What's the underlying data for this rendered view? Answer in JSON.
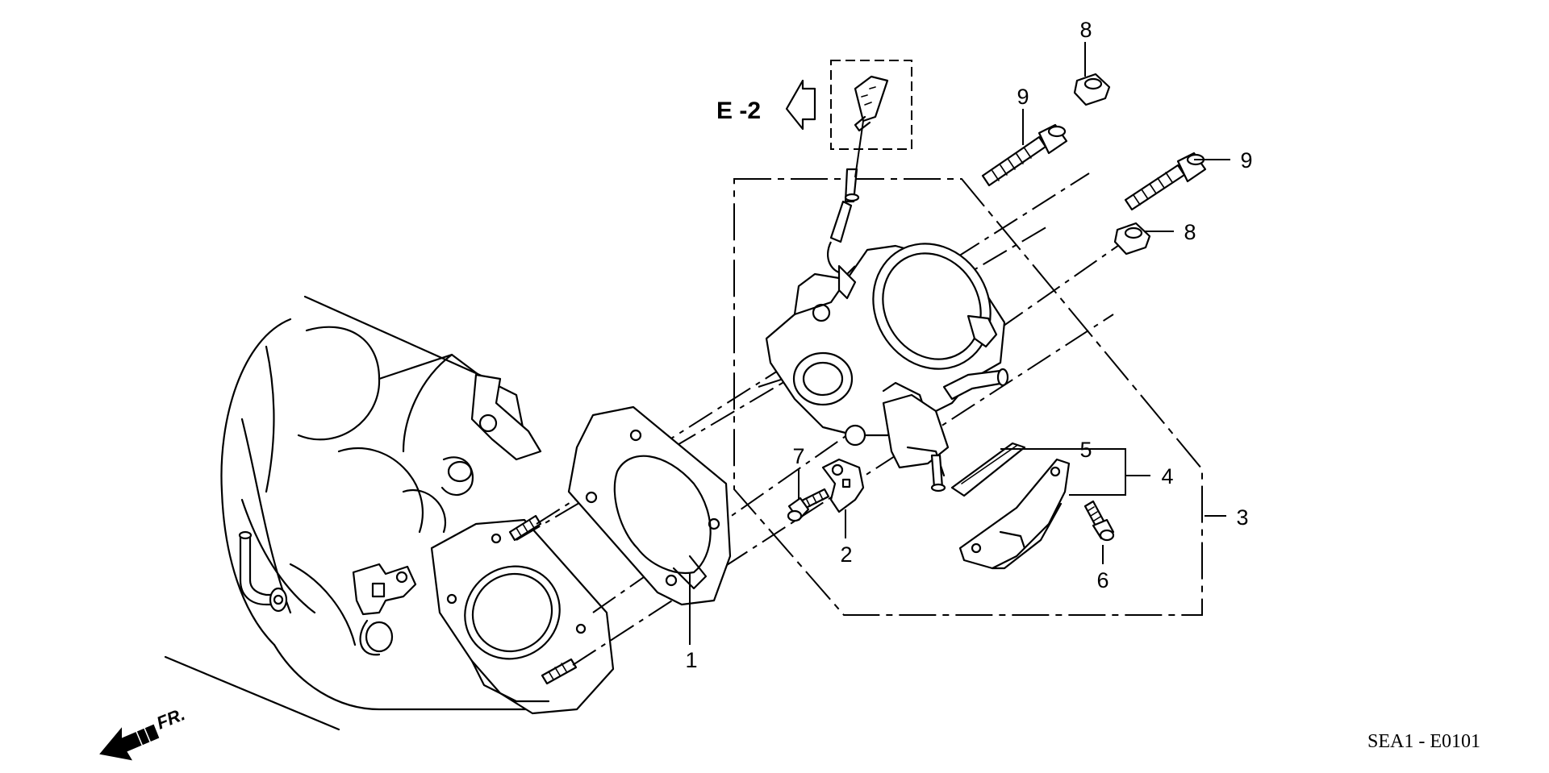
{
  "diagram": {
    "reference_link": "E -2",
    "front_indicator": "FR.",
    "figure_code": "SEA1 - E0101",
    "callouts": [
      "1",
      "2",
      "3",
      "4",
      "5",
      "6",
      "7",
      "8",
      "9"
    ],
    "parts": [
      {
        "ref": "1",
        "description": "throttle body gasket"
      },
      {
        "ref": "2",
        "description": "bracket"
      },
      {
        "ref": "3",
        "description": "throttle body assembly"
      },
      {
        "ref": "4",
        "description": "cover assembly"
      },
      {
        "ref": "5",
        "description": "cover gasket"
      },
      {
        "ref": "6",
        "description": "bolt"
      },
      {
        "ref": "7",
        "description": "bolt"
      },
      {
        "ref": "8",
        "description": "nut"
      },
      {
        "ref": "9",
        "description": "bolt"
      }
    ]
  },
  "colors": {
    "line": "#000000",
    "background": "#ffffff"
  }
}
